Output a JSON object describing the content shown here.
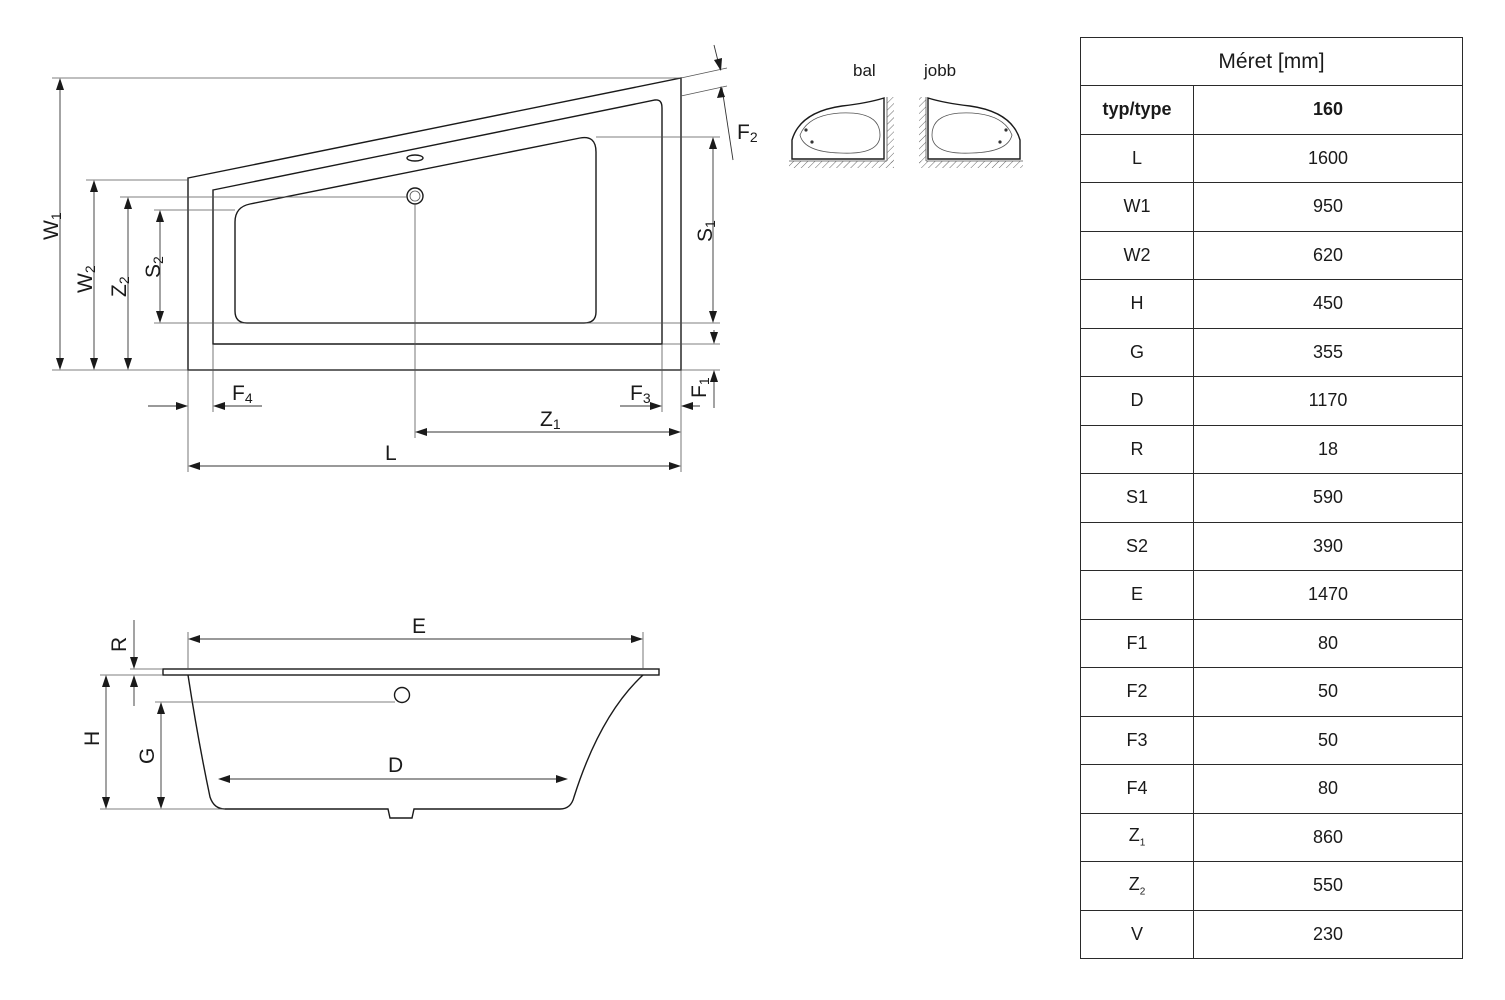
{
  "variants": {
    "left": "bal",
    "right": "jobb"
  },
  "top_view_labels": {
    "W1": [
      "W",
      "1"
    ],
    "W2": [
      "W",
      "2"
    ],
    "Z2": [
      "Z",
      "2"
    ],
    "S2": [
      "S",
      "2"
    ],
    "S1": [
      "S",
      "1"
    ],
    "F2": [
      "F",
      "2"
    ],
    "F1": [
      "F",
      "1"
    ],
    "F3": [
      "F",
      "3"
    ],
    "F4": [
      "F",
      "4"
    ],
    "Z1": [
      "Z",
      "1"
    ],
    "L": "L"
  },
  "side_view_labels": {
    "R": "R",
    "E": "E",
    "H": "H",
    "G": "G",
    "D": "D"
  },
  "table": {
    "title": "Méret [mm]",
    "header": {
      "param": "typ/type",
      "value": "160"
    },
    "rows": [
      {
        "param": "L",
        "sub": "",
        "value": "1600"
      },
      {
        "param": "W1",
        "sub": "",
        "value": "950"
      },
      {
        "param": "W2",
        "sub": "",
        "value": "620"
      },
      {
        "param": "H",
        "sub": "",
        "value": "450"
      },
      {
        "param": "G",
        "sub": "",
        "value": "355"
      },
      {
        "param": "D",
        "sub": "",
        "value": "1170"
      },
      {
        "param": "R",
        "sub": "",
        "value": "18"
      },
      {
        "param": "S1",
        "sub": "",
        "value": "590"
      },
      {
        "param": "S2",
        "sub": "",
        "value": "390"
      },
      {
        "param": "E",
        "sub": "",
        "value": "1470"
      },
      {
        "param": "F1",
        "sub": "",
        "value": "80"
      },
      {
        "param": "F2",
        "sub": "",
        "value": "50"
      },
      {
        "param": "F3",
        "sub": "",
        "value": "50"
      },
      {
        "param": "F4",
        "sub": "",
        "value": "80"
      },
      {
        "param": "Z",
        "sub": "1",
        "value": "860"
      },
      {
        "param": "Z",
        "sub": "2",
        "value": "550"
      },
      {
        "param": "V",
        "sub": "",
        "value": "230"
      }
    ]
  }
}
